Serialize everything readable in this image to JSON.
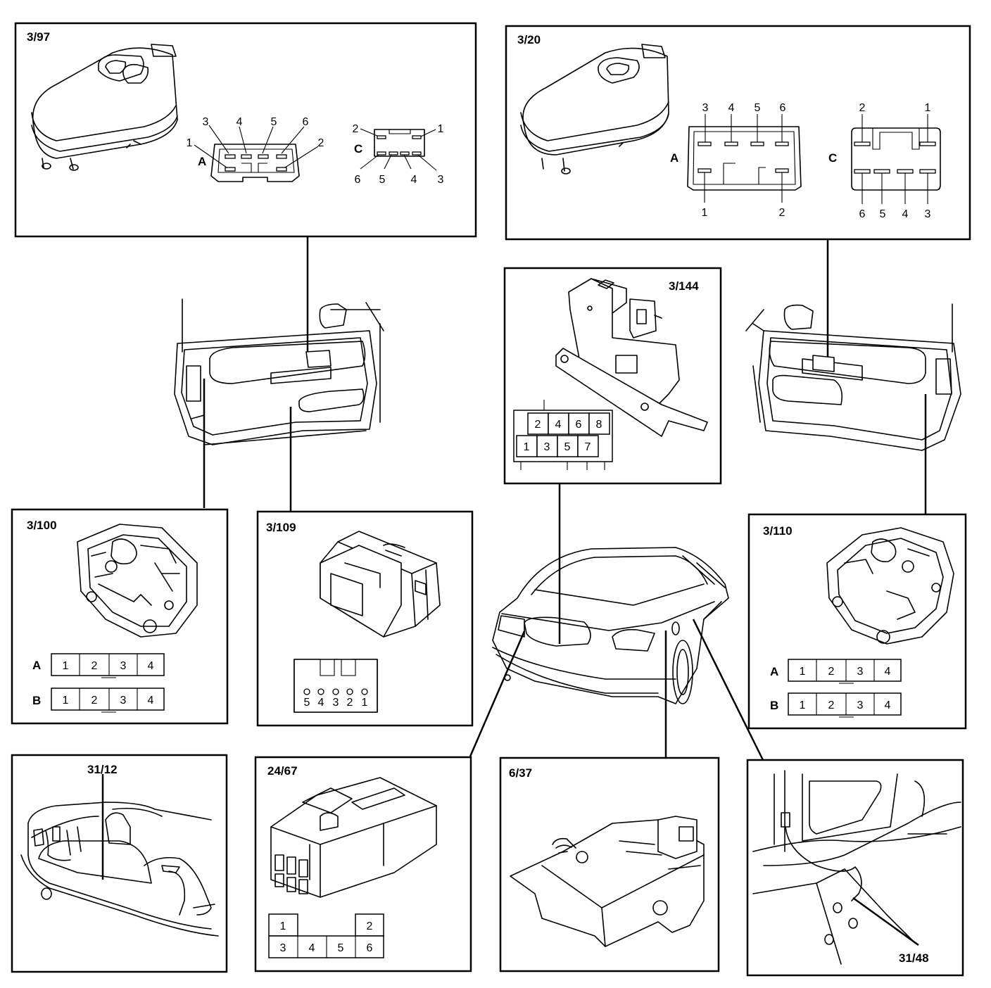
{
  "panels": {
    "p3_97": {
      "title": "3/97",
      "connA_label": "A",
      "connC_label": "C",
      "connA_pins": [
        "3",
        "4",
        "5",
        "6",
        "1",
        "2"
      ],
      "connC_pins": [
        "2",
        "1",
        "6",
        "5",
        "4",
        "3"
      ]
    },
    "p3_20": {
      "title": "3/20",
      "connA_label": "A",
      "connC_label": "C",
      "connA_top": [
        "3",
        "4",
        "5",
        "6"
      ],
      "connA_bottom": [
        "1",
        "2"
      ],
      "connC_top": [
        "2",
        "1"
      ],
      "connC_bottom": [
        "6",
        "5",
        "4",
        "3"
      ]
    },
    "p3_144": {
      "title": "3/144",
      "row_top": [
        "2",
        "4",
        "6",
        "8"
      ],
      "row_bottom": [
        "1",
        "3",
        "5",
        "7"
      ]
    },
    "p3_100": {
      "title": "3/100",
      "row_a_label": "A",
      "row_b_label": "B",
      "row_a": [
        "1",
        "2",
        "3",
        "4"
      ],
      "row_b": [
        "1",
        "2",
        "3",
        "4"
      ]
    },
    "p3_109": {
      "title": "3/109",
      "pins": [
        "5",
        "4",
        "3",
        "2",
        "1"
      ]
    },
    "p3_110": {
      "title": "3/110",
      "row_a_label": "A",
      "row_b_label": "B",
      "row_a": [
        "1",
        "2",
        "3",
        "4"
      ],
      "row_b": [
        "1",
        "2",
        "3",
        "4"
      ]
    },
    "p31_12": {
      "title": "31/12"
    },
    "p24_67": {
      "title": "24/67",
      "row_top": [
        "1",
        "2"
      ],
      "row_bottom": [
        "3",
        "4",
        "5",
        "6"
      ]
    },
    "p6_37": {
      "title": "6/37"
    },
    "p31_48": {
      "title": "31/48"
    }
  }
}
